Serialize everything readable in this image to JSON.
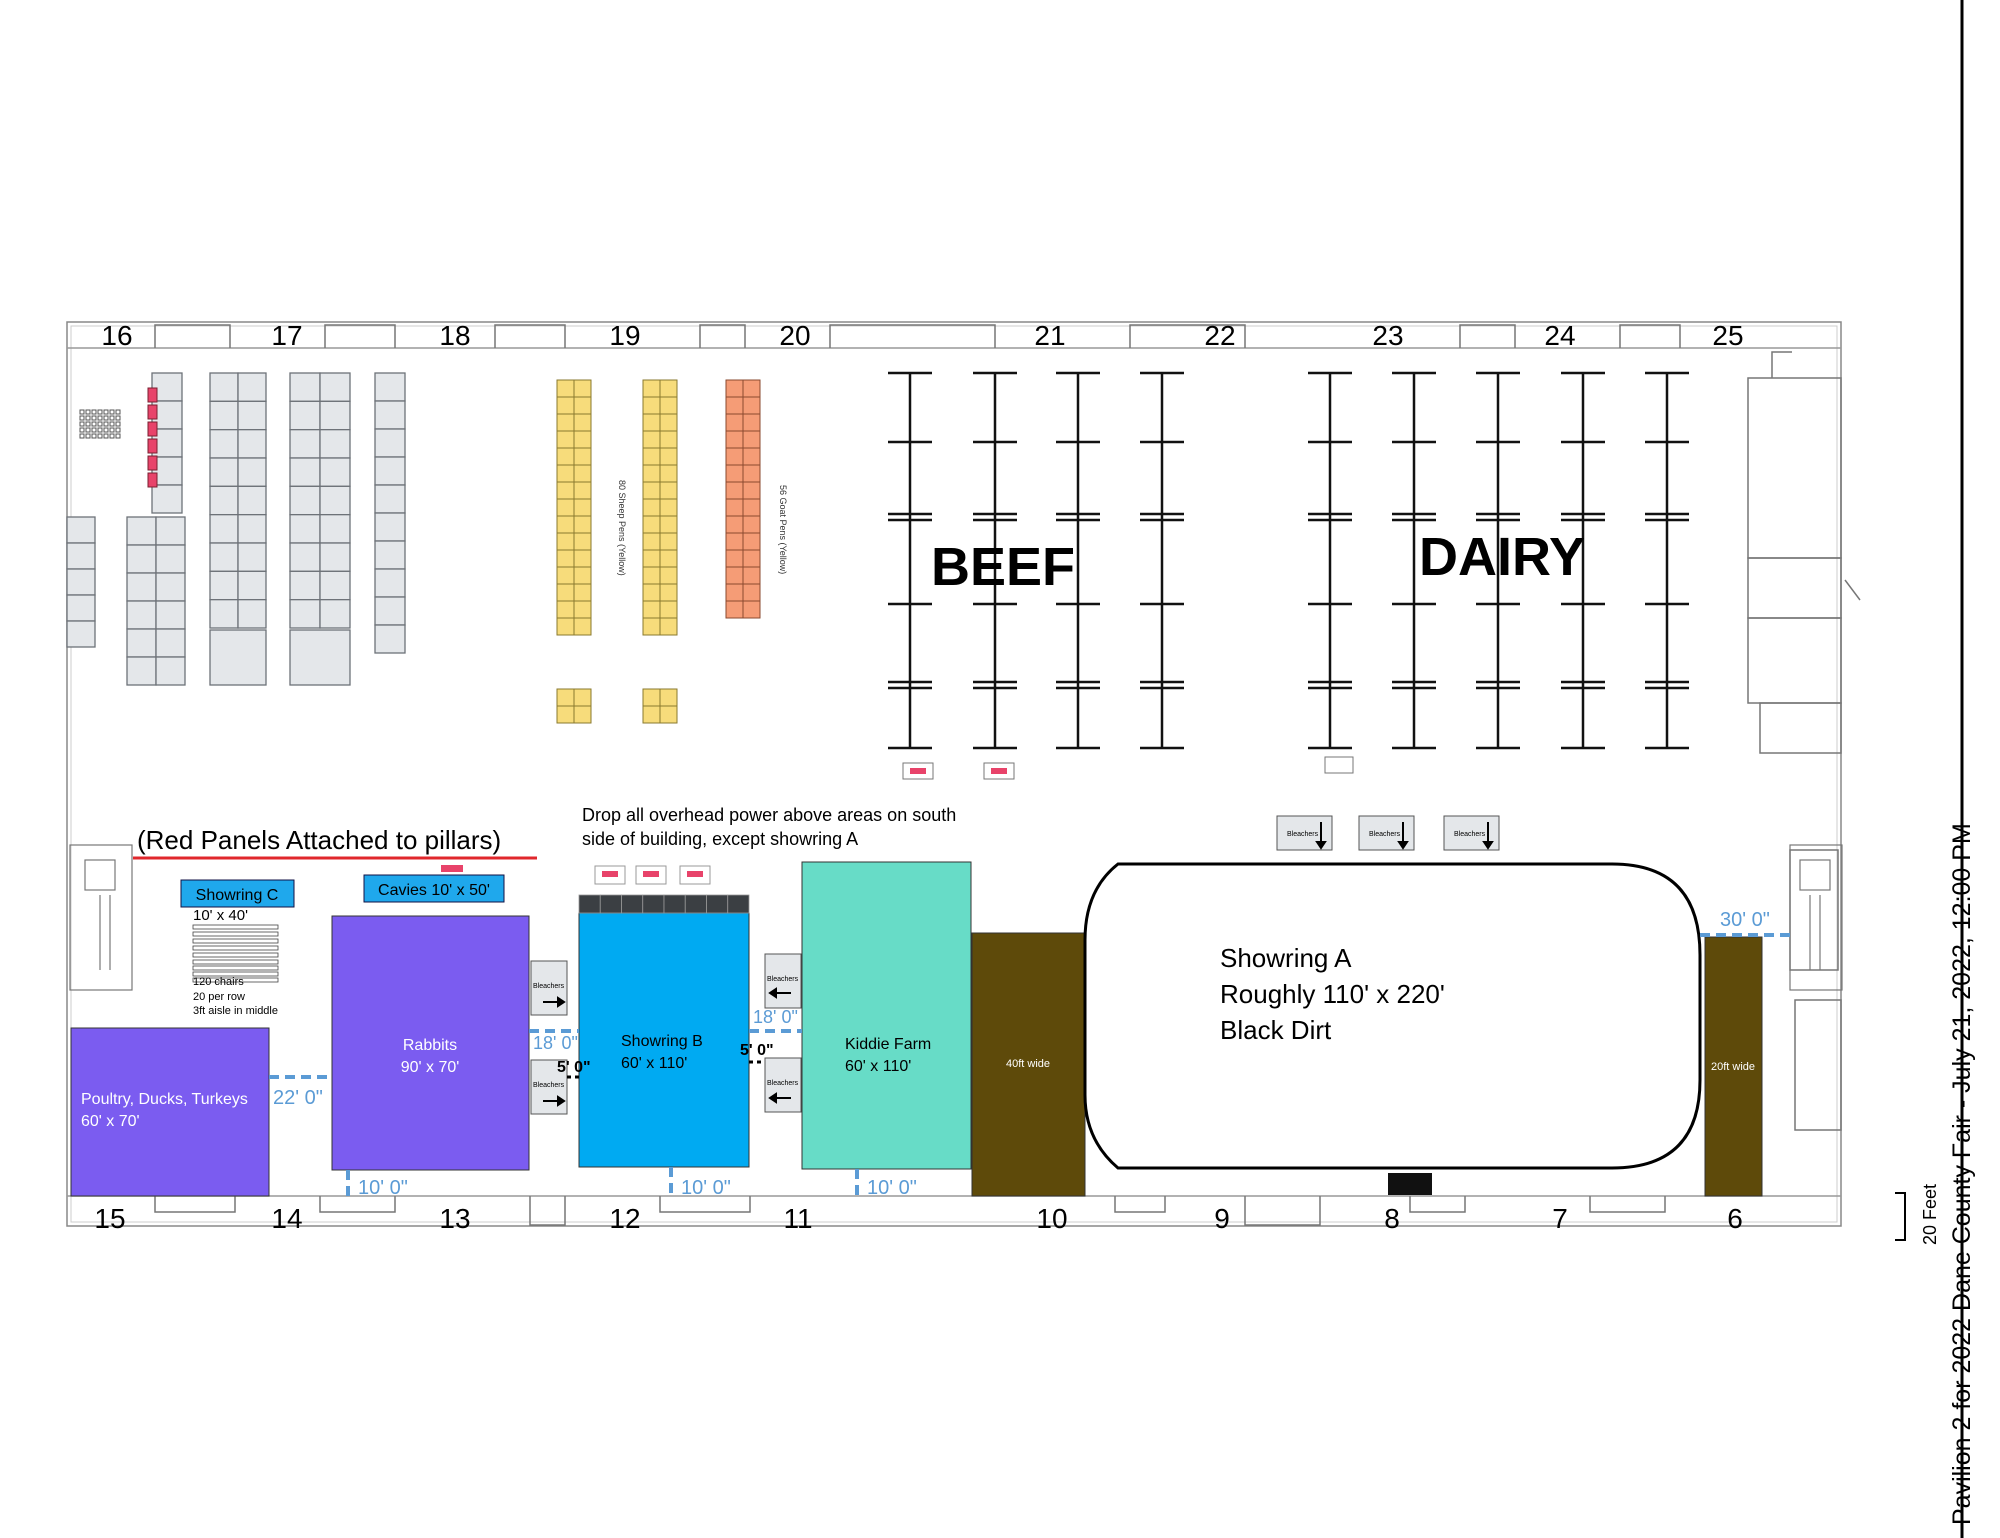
{
  "page_title": "Pavilion 2 for 2022 Dane County Fair - July 21, 2022, 12:00 PM",
  "scale_label": "20 Feet",
  "door_numbers_top": [
    "16",
    "17",
    "18",
    "19",
    "20",
    "21",
    "22",
    "23",
    "24",
    "25"
  ],
  "door_numbers_bottom": [
    "15",
    "14",
    "13",
    "12",
    "11",
    "10",
    "9",
    "8",
    "7",
    "6"
  ],
  "barn_labels": {
    "beef": "BEEF",
    "dairy": "DAIRY"
  },
  "pen_labels": {
    "sheep": "80 Sheep Pens (Yellow)",
    "goat": "56 Goat Pens (Yellow)"
  },
  "notes": {
    "red_panels": "(Red Panels Attached to pillars)",
    "power_line1": "Drop all overhead power above areas on south",
    "power_line2": "side of building, except showring A"
  },
  "showring_c": {
    "label": "Showring C",
    "size": "10' x 40'",
    "chairs": "120 chairs",
    "per_row": "20 per row",
    "aisle": "3ft aisle in middle"
  },
  "cavies": {
    "label": "Cavies  10' x 50'"
  },
  "rabbits": {
    "name": "Rabbits",
    "size": "90' x 70'"
  },
  "poultry": {
    "name": "Poultry, Ducks, Turkeys",
    "size": "60' x 70'"
  },
  "showring_b": {
    "name": "Showring B",
    "size": "60' x 110'"
  },
  "kiddie_farm": {
    "name": "Kiddie Farm",
    "size": "60' x 110'"
  },
  "showring_a": {
    "name": "Showring A",
    "size": "Roughly 110' x 220'",
    "surface": "Black Dirt"
  },
  "aisles": {
    "wide40": "40ft wide",
    "wide20": "20ft wide"
  },
  "bleachers_label": "Bleachers",
  "dimensions": {
    "d22": "22' 0\"",
    "d18a": "18' 0\"",
    "d18b": "18' 0\"",
    "d5a": "5' 0\"",
    "d5b": "5' 0\"",
    "d10a": "10' 0\"",
    "d10b": "10' 0\"",
    "d10c": "10' 0\"",
    "d30": "30' 0\""
  },
  "colors": {
    "purple": "#7b5cf0",
    "blue": "#00aaf2",
    "teal": "#67dcc7",
    "brown": "#5e4a0a",
    "yellow": "#f7dc7b",
    "orange": "#f59c76",
    "gray_pen": "#e4e7ea",
    "red": "#e8436a",
    "dim_blue": "#5b9bd5",
    "cavies_blue": "#1fa8ec"
  }
}
